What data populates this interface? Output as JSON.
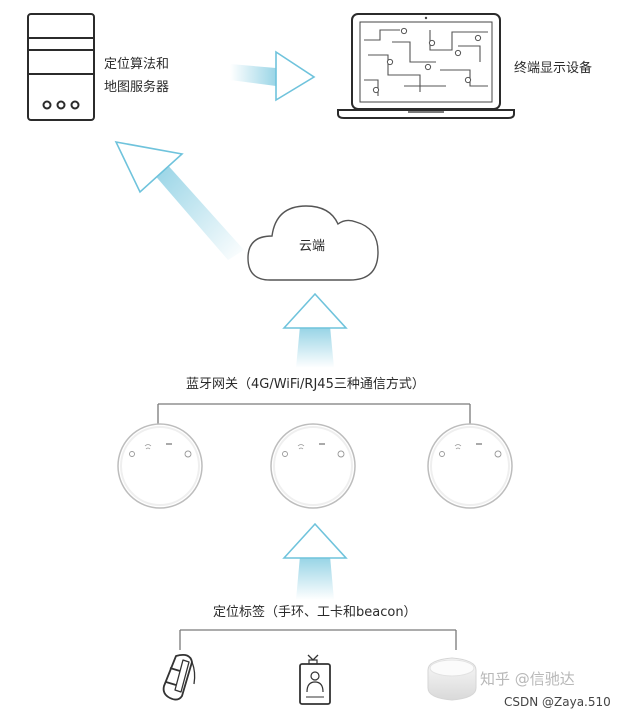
{
  "diagram": {
    "server_label_line1": "定位算法和",
    "server_label_line2": "地图服务器",
    "terminal_label": "终端显示设备",
    "cloud_label": "云端",
    "gateway_label": "蓝牙网关（4G/WiFi/RJ45三种通信方式）",
    "tag_label": "定位标签（手环、工卡和beacon）"
  },
  "watermark": {
    "zhihu": "知乎 @信驰达",
    "csdn": "CSDN @Zaya.510"
  },
  "colors": {
    "arrow": "#6fc3dc",
    "line": "#7a7a7a",
    "device": "#bdbdbd"
  },
  "icons": [
    "server-icon",
    "laptop-icon",
    "cloud-icon",
    "gateway-icon",
    "wristband-icon",
    "badge-icon",
    "beacon-icon"
  ]
}
